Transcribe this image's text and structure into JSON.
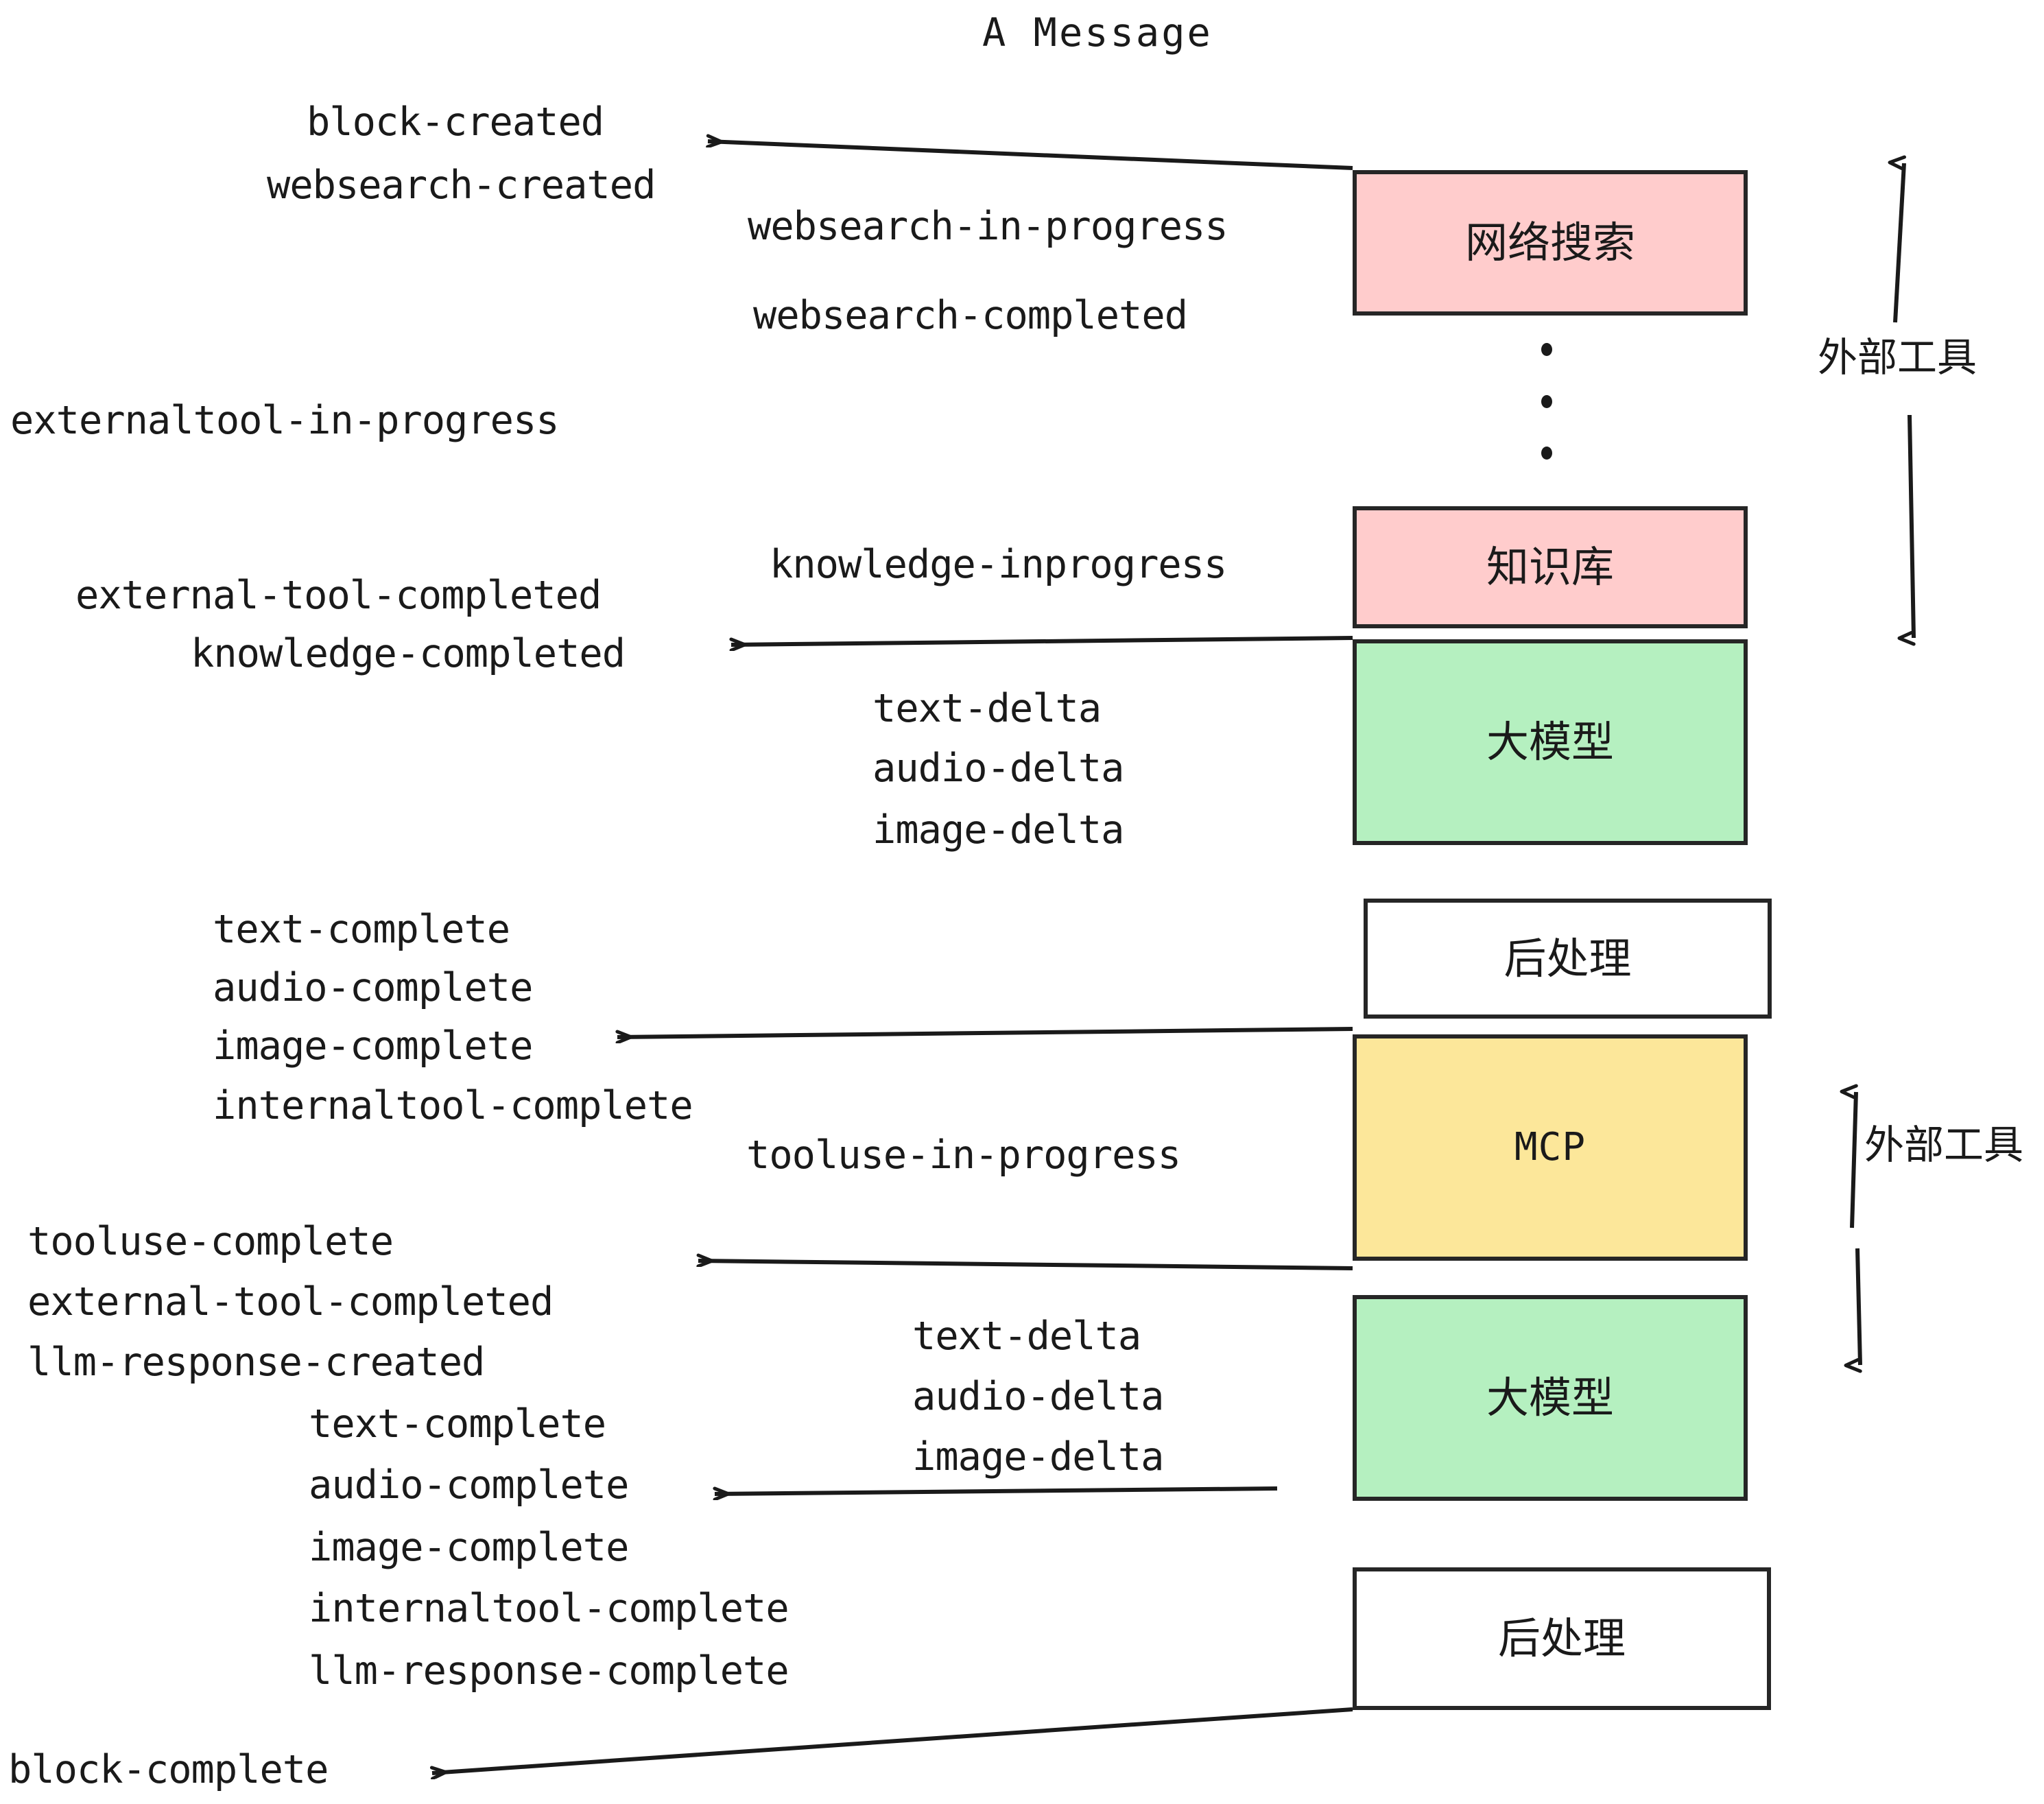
{
  "title": "A Message",
  "colors": {
    "pink": "#ffcccc",
    "green": "#b5f0c0",
    "yellow": "#fce79a",
    "white": "#ffffff",
    "stroke": "#262626",
    "text": "#1a1a1a"
  },
  "nodes": [
    {
      "id": "websearch",
      "label": "网络搜索",
      "fill": "#ffcccc"
    },
    {
      "id": "knowledge",
      "label": "知识库",
      "fill": "#ffcccc"
    },
    {
      "id": "llm1",
      "label": "大模型",
      "fill": "#b5f0c0"
    },
    {
      "id": "post1",
      "label": "后处理",
      "fill": "#ffffff"
    },
    {
      "id": "mcp",
      "label": "MCP",
      "fill": "#fce79a"
    },
    {
      "id": "llm2",
      "label": "大模型",
      "fill": "#b5f0c0"
    },
    {
      "id": "post2",
      "label": "后处理",
      "fill": "#ffffff"
    }
  ],
  "side_labels": [
    {
      "id": "external-tools-top",
      "text": "外部工具"
    },
    {
      "id": "external-tools-bottom",
      "text": "外部工具"
    }
  ],
  "events": [
    {
      "id": "e01",
      "text": "block-created"
    },
    {
      "id": "e02",
      "text": "websearch-created"
    },
    {
      "id": "e03",
      "text": "websearch-in-progress"
    },
    {
      "id": "e04",
      "text": "websearch-completed"
    },
    {
      "id": "e05",
      "text": "externaltool-in-progress"
    },
    {
      "id": "e06",
      "text": "knowledge-inprogress"
    },
    {
      "id": "e07",
      "text": "external-tool-completed"
    },
    {
      "id": "e08",
      "text": "knowledge-completed"
    },
    {
      "id": "e09",
      "text": "text-delta"
    },
    {
      "id": "e10",
      "text": "audio-delta"
    },
    {
      "id": "e11",
      "text": "image-delta"
    },
    {
      "id": "e12",
      "text": "text-complete"
    },
    {
      "id": "e13",
      "text": "audio-complete"
    },
    {
      "id": "e14",
      "text": "image-complete"
    },
    {
      "id": "e15",
      "text": "internaltool-complete"
    },
    {
      "id": "e16",
      "text": "tooluse-in-progress"
    },
    {
      "id": "e17",
      "text": "tooluse-complete"
    },
    {
      "id": "e18",
      "text": "external-tool-completed"
    },
    {
      "id": "e19",
      "text": "llm-response-created"
    },
    {
      "id": "e20",
      "text": "text-delta"
    },
    {
      "id": "e21",
      "text": "audio-delta"
    },
    {
      "id": "e22",
      "text": "image-delta"
    },
    {
      "id": "e23",
      "text": "text-complete"
    },
    {
      "id": "e24",
      "text": "audio-complete"
    },
    {
      "id": "e25",
      "text": "image-complete"
    },
    {
      "id": "e26",
      "text": "internaltool-complete"
    },
    {
      "id": "e27",
      "text": "llm-response-complete"
    },
    {
      "id": "e28",
      "text": "block-complete"
    }
  ]
}
